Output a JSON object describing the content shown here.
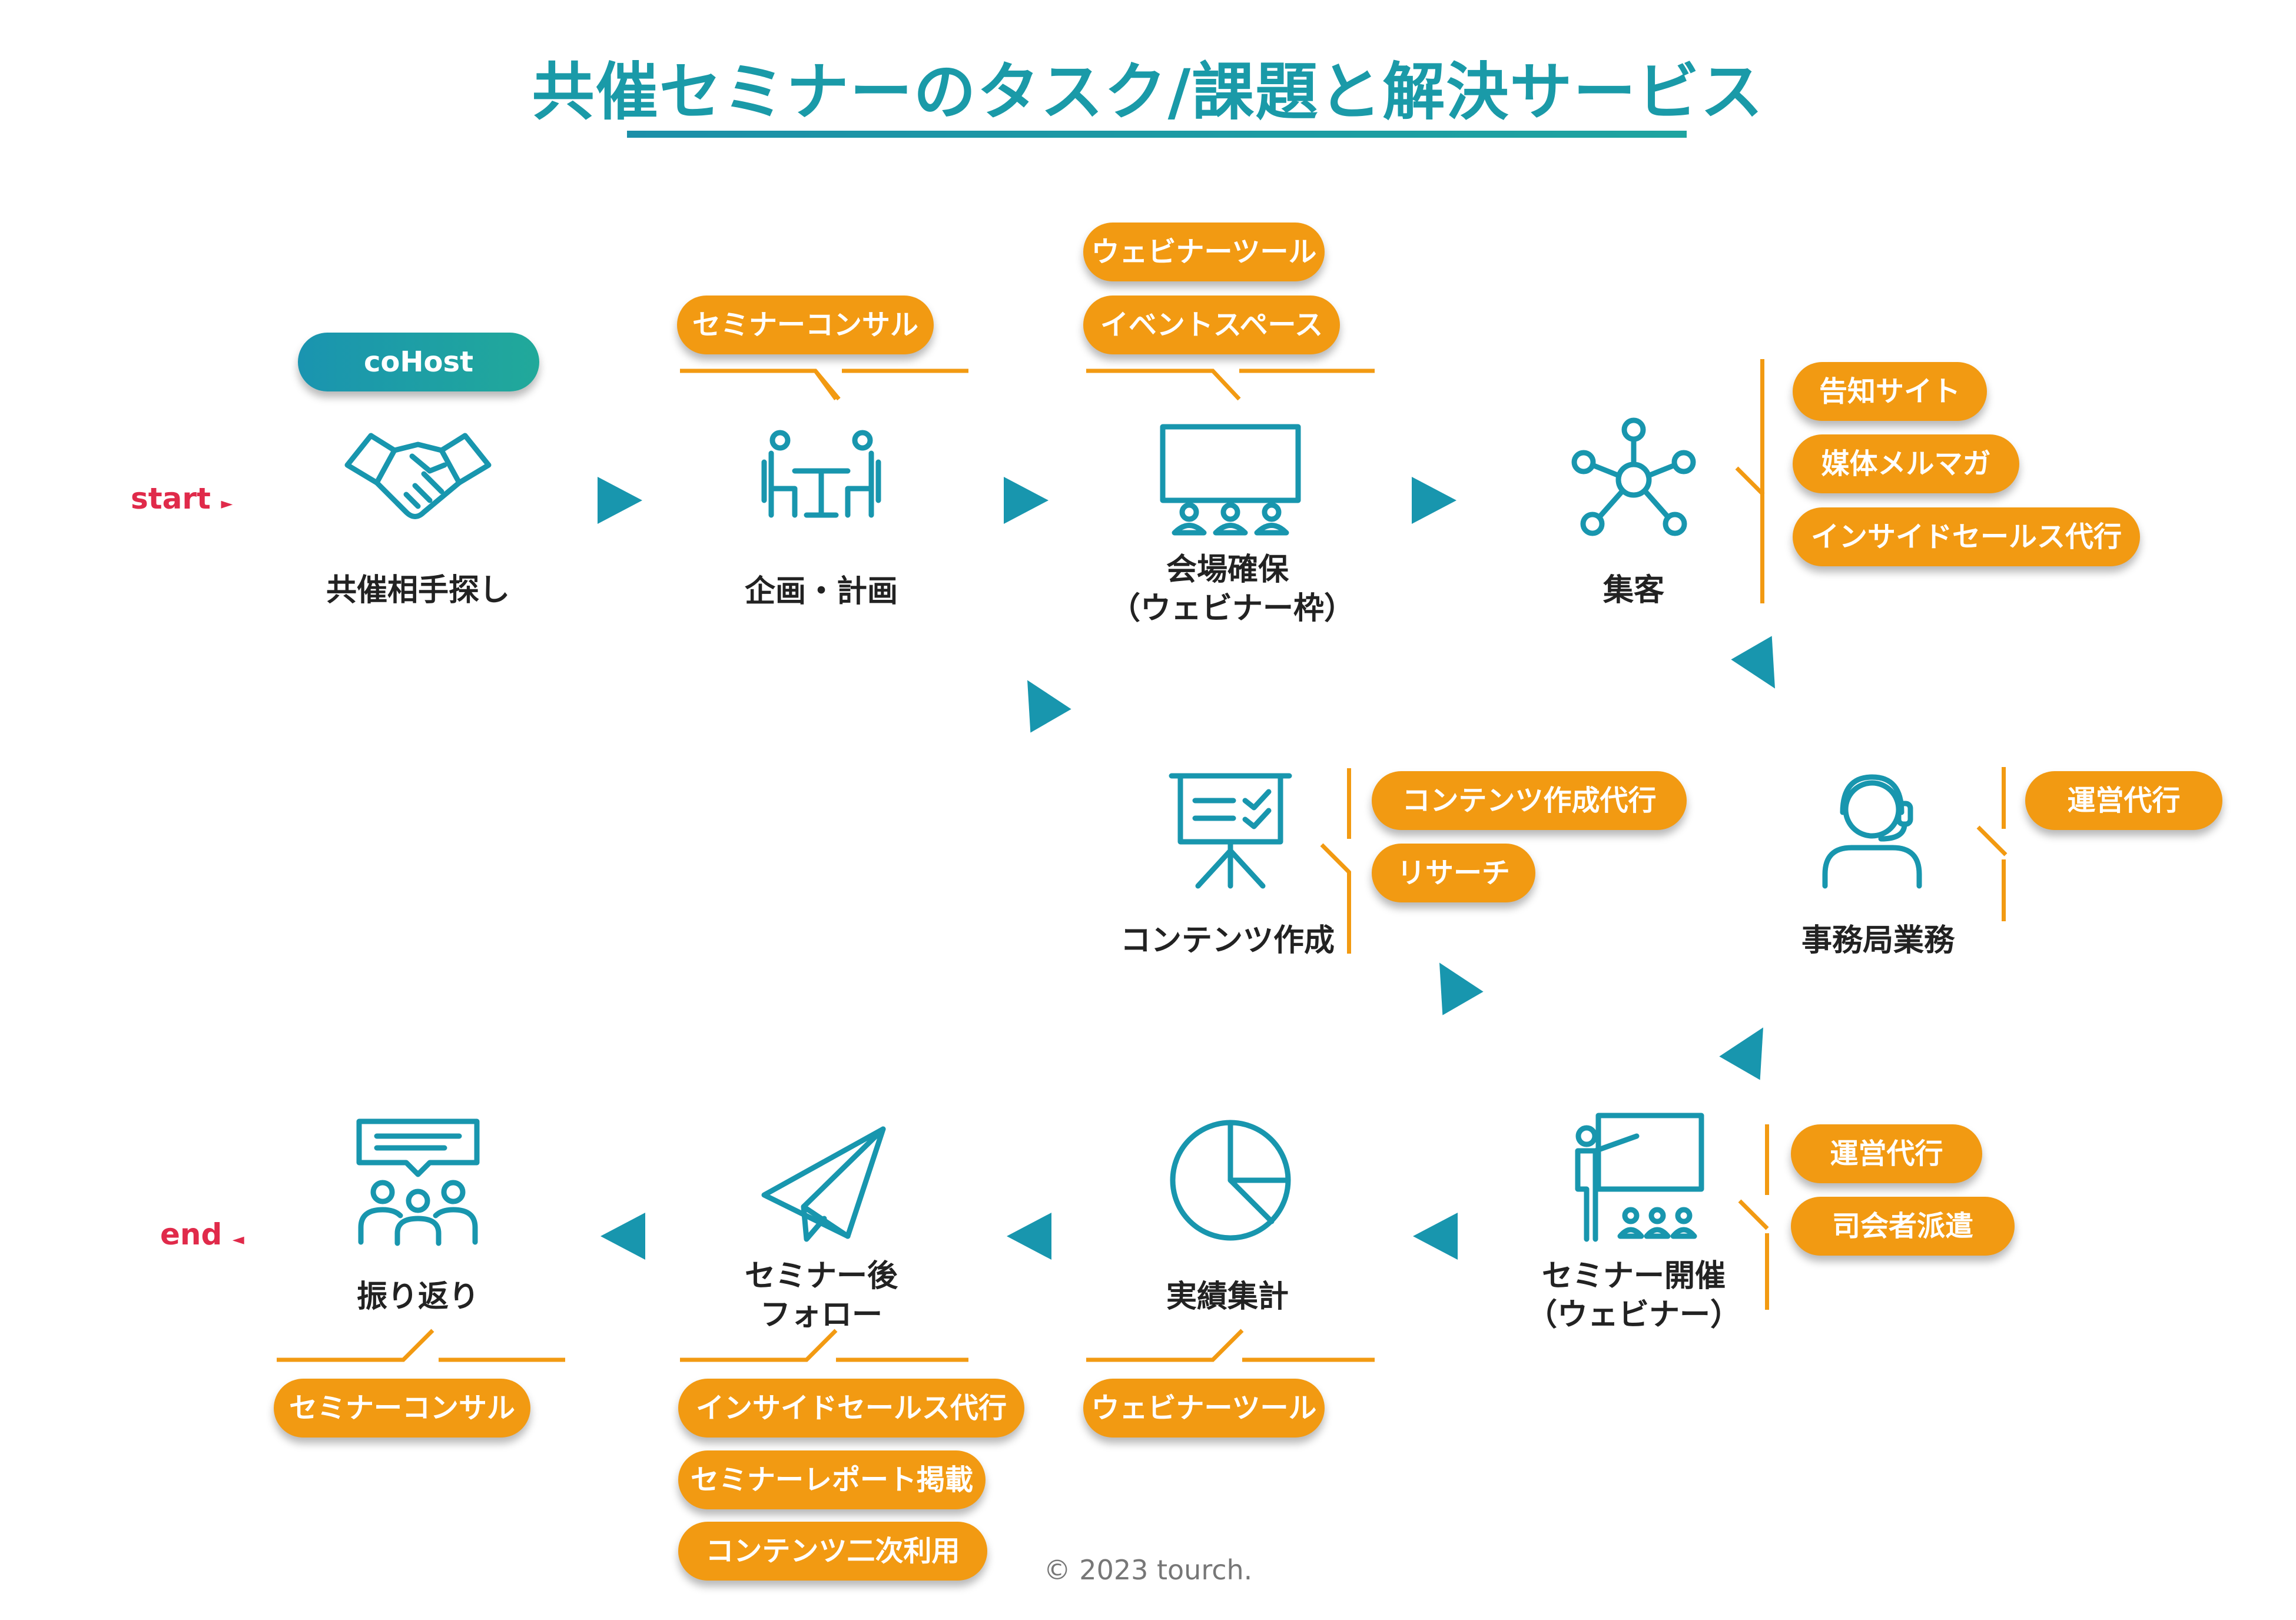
{
  "title": "共催セミナーのタスク/課題と解決サービス",
  "start_label": "start",
  "end_label": "end",
  "copyright": "©  2023  tourch.",
  "steps": [
    {
      "label": "共催相手探し",
      "icon": "handshake-icon"
    },
    {
      "label": "企画・計画",
      "icon": "meeting-icon"
    },
    {
      "label": "会場確保",
      "label2": "（ウェビナー枠）",
      "icon": "venue-icon"
    },
    {
      "label": "集客",
      "icon": "network-icon"
    },
    {
      "label": "事務局業務",
      "icon": "headset-icon"
    },
    {
      "label": "コンテンツ作成",
      "icon": "presentation-board-icon"
    },
    {
      "label": "セミナー開催",
      "label2": "（ウェビナー）",
      "icon": "lecture-icon"
    },
    {
      "label": "実績集計",
      "icon": "pie-chart-icon"
    },
    {
      "label": "セミナー後",
      "label2": "フォロー",
      "icon": "paper-plane-icon"
    },
    {
      "label": "振り返り",
      "icon": "feedback-group-icon"
    }
  ],
  "services": {
    "cohost": "coHost",
    "plan": [
      "セミナーコンサル"
    ],
    "venue": [
      "ウェビナーツール",
      "イベントスペース"
    ],
    "attract": [
      "告知サイト",
      "媒体メルマガ",
      "インサイドセールス代行"
    ],
    "office": [
      "運営代行"
    ],
    "content": [
      "コンテンツ作成代行",
      "リサーチ"
    ],
    "hold": [
      "運営代行",
      "司会者派遣"
    ],
    "results": [
      "ウェビナーツール"
    ],
    "follow": [
      "インサイドセールス代行",
      "セミナーレポート掲載",
      "コンテンツ二次利用"
    ],
    "review": [
      "セミナーコンサル"
    ]
  },
  "colors": {
    "teal": "#1896ae",
    "orange": "#f29a12",
    "marker": "#e02a4a"
  }
}
